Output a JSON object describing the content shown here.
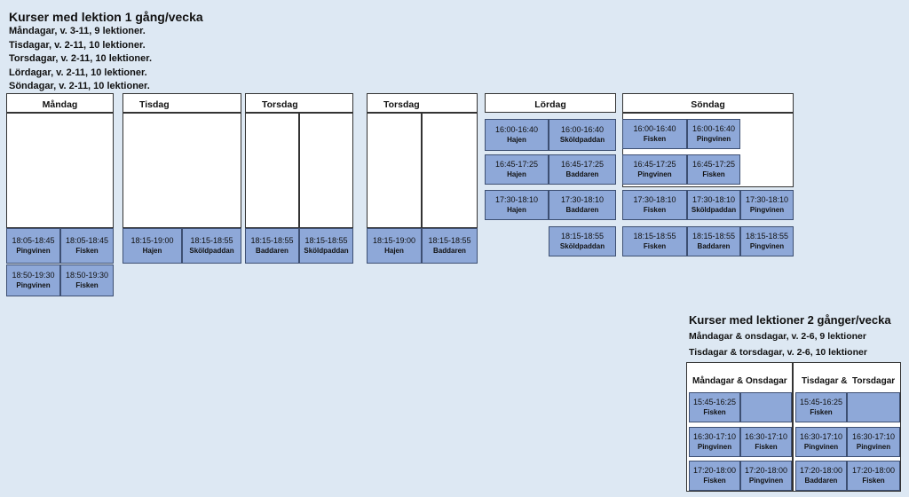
{
  "section1": {
    "title": "Kurser med lektion 1 gång/vecka",
    "lines": [
      "Måndagar, v. 3-11, 9 lektioner.",
      "Tisdagar, v. 2-11, 10 lektioner.",
      "Torsdagar, v. 2-11, 10 lektioner.",
      "Lördagar, v. 2-11, 10 lektioner.",
      "Söndagar, v. 2-11, 10 lektioner."
    ]
  },
  "days": {
    "mandag": "Måndag",
    "tisdag": "Tisdag",
    "torsdag1": "Torsdag",
    "torsdag2": "Torsdag",
    "lordag": "Lördag",
    "sondag": "Söndag"
  },
  "mandag": [
    {
      "time": "18:05-18:45",
      "name": "Pingvinen"
    },
    {
      "time": "18:05-18:45",
      "name": "Fisken"
    },
    {
      "time": "18:50-19:30",
      "name": "Pingvinen"
    },
    {
      "time": "18:50-19:30",
      "name": "Fisken"
    }
  ],
  "tisdag": [
    {
      "time": "18:15-19:00",
      "name": "Hajen"
    },
    {
      "time": "18:15-18:55",
      "name": "Sköldpaddan"
    }
  ],
  "torsdag1": [
    {
      "time": "18:15-18:55",
      "name": "Baddaren"
    },
    {
      "time": "18:15-18:55",
      "name": "Sköldpaddan"
    }
  ],
  "torsdag2": [
    {
      "time": "18:15-19:00",
      "name": "Hajen"
    },
    {
      "time": "18:15-18:55",
      "name": "Baddaren"
    }
  ],
  "lordag": [
    {
      "time": "16:00-16:40",
      "name": "Hajen"
    },
    {
      "time": "16:00-16:40",
      "name": "Sköldpaddan"
    },
    {
      "time": "16:45-17:25",
      "name": "Hajen"
    },
    {
      "time": "16:45-17:25",
      "name": "Baddaren"
    },
    {
      "time": "17:30-18:10",
      "name": "Hajen"
    },
    {
      "time": "17:30-18:10",
      "name": "Baddaren"
    },
    {
      "time": "18:15-18:55",
      "name": "Sköldpaddan"
    }
  ],
  "sondag": [
    {
      "time": "16:00-16:40",
      "name": "Fisken"
    },
    {
      "time": "16:00-16:40",
      "name": "Pingvinen"
    },
    {
      "time": "16:45-17:25",
      "name": "Pingvinen"
    },
    {
      "time": "16:45-17:25",
      "name": "Fisken"
    },
    {
      "time": "17:30-18:10",
      "name": "Fisken"
    },
    {
      "time": "17:30-18:10",
      "name": "Sköldpaddan"
    },
    {
      "time": "17:30-18:10",
      "name": "Pingvinen"
    },
    {
      "time": "18:15-18:55",
      "name": "Fisken"
    },
    {
      "time": "18:15-18:55",
      "name": "Baddaren"
    },
    {
      "time": "18:15-18:55",
      "name": "Pingvinen"
    }
  ],
  "section2": {
    "title": "Kurser med lektioner 2 gånger/vecka",
    "lines": [
      "Måndagar & onsdagar, v. 2-6, 9 lektioner",
      "Tisdagar & torsdagar, v. 2-6, 10 lektioner"
    ],
    "header_mo": "Måndagar & Onsdagar",
    "header_ti": "Tisdagar &",
    "header_to": "Torsdagar"
  },
  "twice": [
    {
      "time": "15:45-16:25",
      "name": "Fisken"
    },
    {
      "time": "15:45-16:25",
      "name": "Fisken"
    },
    {
      "time": "16:30-17:10",
      "name": "Pingvinen"
    },
    {
      "time": "16:30-17:10",
      "name": "Fisken"
    },
    {
      "time": "16:30-17:10",
      "name": "Pingvinen"
    },
    {
      "time": "16:30-17:10",
      "name": "Pingvinen"
    },
    {
      "time": "17:20-18:00",
      "name": "Fisken"
    },
    {
      "time": "17:20-18:00",
      "name": "Pingvinen"
    },
    {
      "time": "17:20-18:00",
      "name": "Baddaren"
    },
    {
      "time": "17:20-18:00",
      "name": "Fisken"
    }
  ],
  "colors": {
    "background": "#dde8f3",
    "cell": "#8ea8d8",
    "border": "#333333"
  }
}
